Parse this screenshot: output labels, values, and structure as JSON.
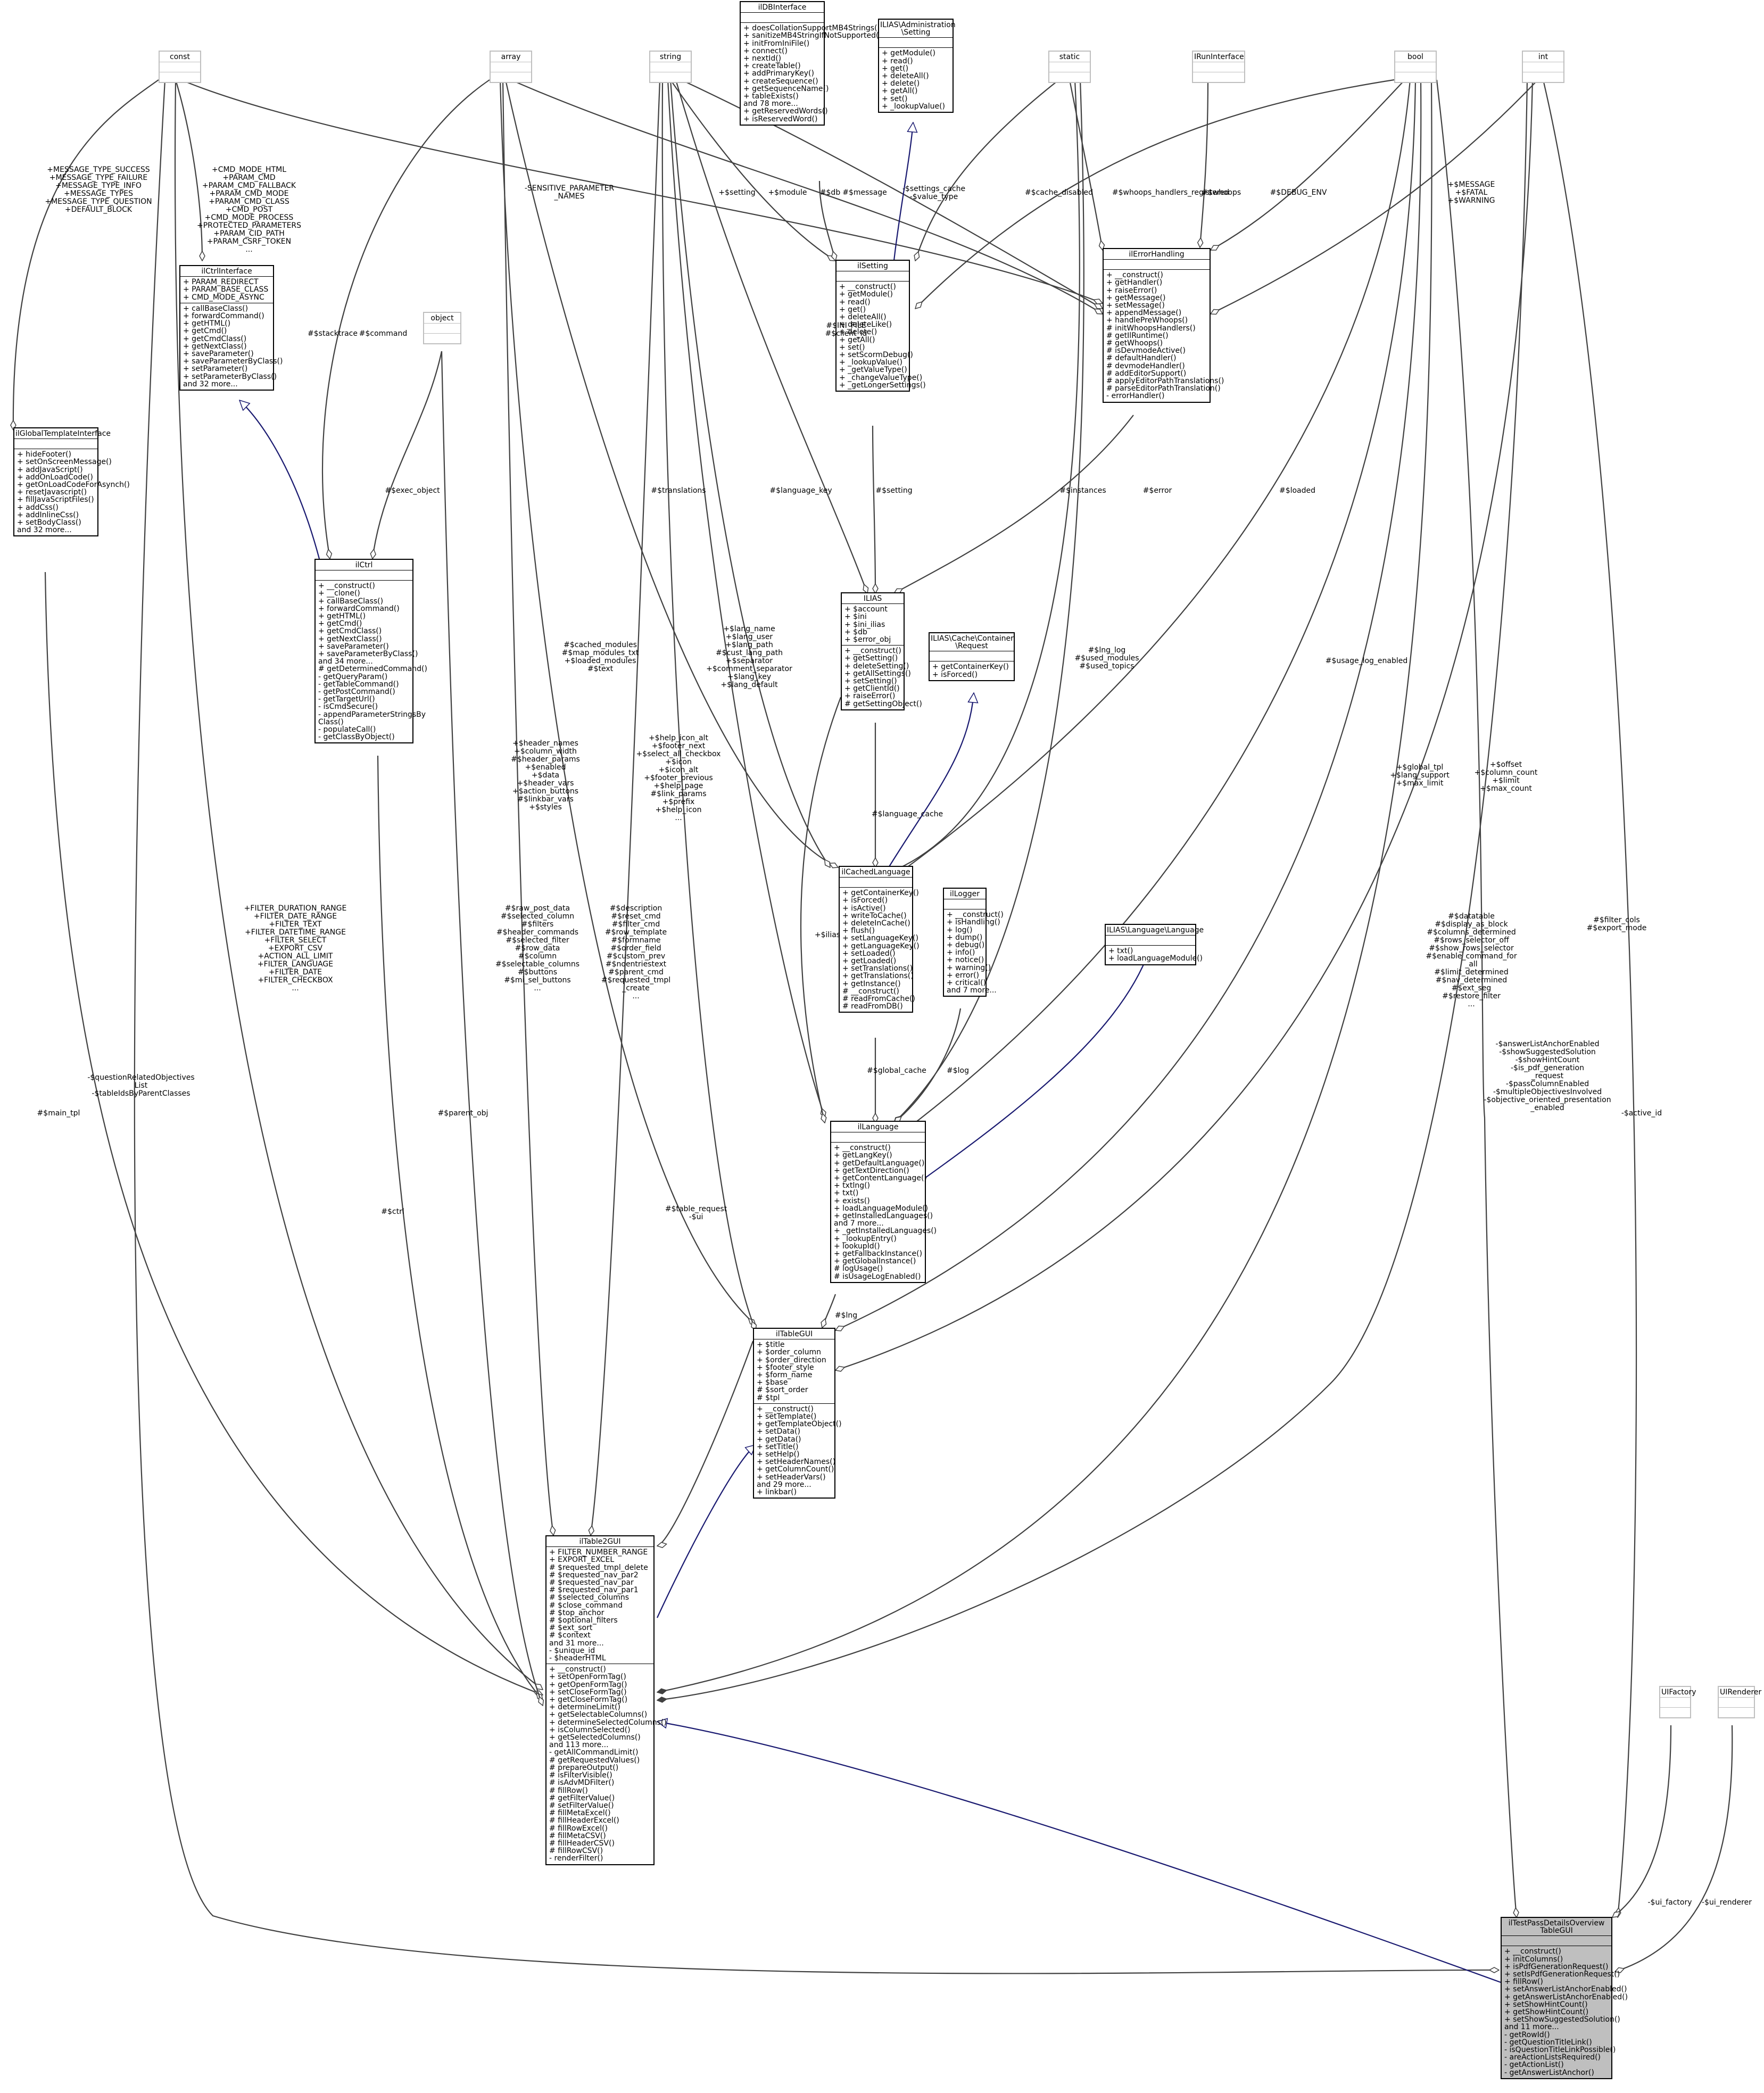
{
  "diagram": {
    "nodes": [
      {
        "id": "const",
        "title": "const",
        "attrs": [],
        "ops": []
      },
      {
        "id": "array",
        "title": "array",
        "attrs": [],
        "ops": []
      },
      {
        "id": "string",
        "title": "string",
        "attrs": [],
        "ops": []
      },
      {
        "id": "ilDBInterface",
        "title": "ilDBInterface",
        "attrs": [],
        "ops": [
          "+ doesCollationSupportMB4Strings()",
          "+ sanitizeMB4StringIfNotSupported()",
          "+ initFromIniFile()",
          "+ connect()",
          "+ nextId()",
          "+ createTable()",
          "+ addPrimaryKey()",
          "+ createSequence()",
          "+ getSequenceName()",
          "+ tableExists()",
          "and 78 more...",
          "+ getReservedWords()",
          "+ isReservedWord()"
        ]
      },
      {
        "id": "ILIASSetting",
        "title": "ILIAS\\Administration\n\\Setting",
        "attrs": [],
        "ops": [
          "+ getModule()",
          "+ read()",
          "+ get()",
          "+ deleteAll()",
          "+ delete()",
          "+ getAll()",
          "+ set()",
          "+ _lookupValue()"
        ]
      },
      {
        "id": "static",
        "title": "static",
        "attrs": [],
        "ops": []
      },
      {
        "id": "IRunInterface",
        "title": "IRunInterface",
        "attrs": [],
        "ops": []
      },
      {
        "id": "bool",
        "title": "bool",
        "attrs": [],
        "ops": []
      },
      {
        "id": "int",
        "title": "int",
        "attrs": [],
        "ops": []
      },
      {
        "id": "ilCtrlInterface",
        "title": "ilCtrlInterface",
        "attrs": [
          "+ PARAM_REDIRECT",
          "+ PARAM_BASE_CLASS",
          "+ CMD_MODE_ASYNC"
        ],
        "ops": [
          "+ callBaseClass()",
          "+ forwardCommand()",
          "+ getHTML()",
          "+ getCmd()",
          "+ getCmdClass()",
          "+ getNextClass()",
          "+ saveParameter()",
          "+ saveParameterByClass()",
          "+ setParameter()",
          "+ setParameterByClass()",
          "and 32 more..."
        ]
      },
      {
        "id": "object",
        "title": "object",
        "attrs": [],
        "ops": []
      },
      {
        "id": "ilSetting",
        "title": "ilSetting",
        "attrs": [],
        "ops": [
          "+ __construct()",
          "+ getModule()",
          "+ read()",
          "+ get()",
          "+ deleteAll()",
          "+ deleteLike()",
          "+ delete()",
          "+ getAll()",
          "+ set()",
          "+ setScormDebug()",
          "+ _lookupValue()",
          "+ _getValueType()",
          "+ _changeValueType()",
          "+ _getLongerSettings()"
        ]
      },
      {
        "id": "ilErrorHandling",
        "title": "ilErrorHandling",
        "attrs": [],
        "ops": [
          "+ __construct()",
          "+ getHandler()",
          "+ raiseError()",
          "+ getMessage()",
          "+ setMessage()",
          "+ appendMessage()",
          "+ handlePreWhoops()",
          "# initWhoopsHandlers()",
          "# getIlRuntime()",
          "# getWhoops()",
          "# isDevmodeActive()",
          "# defaultHandler()",
          "# devmodeHandler()",
          "# addEditorSupport()",
          "# applyEditorPathTranslations()",
          "# parseEditorPathTranslation()",
          "- errorHandler()"
        ]
      },
      {
        "id": "ilGlobalTemplateInterface",
        "title": "ilGlobalTemplateInterface",
        "attrs": [],
        "ops": [
          "+ hideFooter()",
          "+ setOnScreenMessage()",
          "+ addJavaScript()",
          "+ addOnLoadCode()",
          "+ getOnLoadCodeForAsynch()",
          "+ resetJavascript()",
          "+ fillJavaScriptFiles()",
          "+ addCss()",
          "+ addInlineCss()",
          "+ setBodyClass()",
          "and 32 more..."
        ]
      },
      {
        "id": "ilCtrl",
        "title": "ilCtrl",
        "attrs": [],
        "ops": [
          "+ __construct()",
          "+ __clone()",
          "+ callBaseClass()",
          "+ forwardCommand()",
          "+ getHTML()",
          "+ getCmd()",
          "+ getCmdClass()",
          "+ getNextClass()",
          "+ saveParameter()",
          "+ saveParameterByClass()",
          "and 34 more...",
          "# getDeterminedCommand()",
          "- getQueryParam()",
          "- getTableCommand()",
          "- getPostCommand()",
          "- getTargetUrl()",
          "- isCmdSecure()",
          "- appendParameterStringsBy\nClass()",
          "- populateCall()",
          "- getClassByObject()"
        ]
      },
      {
        "id": "ILIAS",
        "title": "ILIAS",
        "attrs": [
          "+ $account",
          "+ $ini",
          "+ $ini_ilias",
          "+ $db",
          "+ $error_obj"
        ],
        "ops": [
          "+ __construct()",
          "+ getSetting()",
          "+ deleteSetting()",
          "+ getAllSettings()",
          "+ setSetting()",
          "+ getClientId()",
          "+ raiseError()",
          "# getSettingObject()"
        ]
      },
      {
        "id": "ILIASCacheRequest",
        "title": "ILIAS\\Cache\\Container\n\\Request",
        "attrs": [],
        "ops": [
          "+ getContainerKey()",
          "+ isForced()"
        ]
      },
      {
        "id": "ilCachedLanguage",
        "title": "ilCachedLanguage",
        "attrs": [],
        "ops": [
          "+ getContainerKey()",
          "+ isForced()",
          "+ isActive()",
          "+ writeToCache()",
          "+ deleteInCache()",
          "+ flush()",
          "+ setLanguageKey()",
          "+ getLanguageKey()",
          "+ setLoaded()",
          "+ getLoaded()",
          "+ setTranslations()",
          "+ getTranslations()",
          "+ getInstance()",
          "# __construct()",
          "# readFromCache()",
          "# readFromDB()"
        ]
      },
      {
        "id": "ilLogger",
        "title": "ilLogger",
        "attrs": [],
        "ops": [
          "+ __construct()",
          "+ isHandling()",
          "+ log()",
          "+ dump()",
          "+ debug()",
          "+ info()",
          "+ notice()",
          "+ warning()",
          "+ error()",
          "+ critical()",
          "and 7 more..."
        ]
      },
      {
        "id": "ILIASLanguage",
        "title": "ILIAS\\Language\\Language",
        "attrs": [],
        "ops": [
          "+ txt()",
          "+ loadLanguageModule()"
        ]
      },
      {
        "id": "ilLanguage",
        "title": "ilLanguage",
        "attrs": [],
        "ops": [
          "+ __construct()",
          "+ getLangKey()",
          "+ getDefaultLanguage()",
          "+ getTextDirection()",
          "+ getContentLanguage()",
          "+ txtlng()",
          "+ txt()",
          "+ exists()",
          "+ loadLanguageModule()",
          "+ getInstalledLanguages()",
          "and 7 more...",
          "+ _getInstalledLanguages()",
          "+ _lookupEntry()",
          "+ lookupId()",
          "+ getFallbackInstance()",
          "+ getGlobalInstance()",
          "# logUsage()",
          "# isUsageLogEnabled()"
        ]
      },
      {
        "id": "ilTableGUI",
        "title": "ilTableGUI",
        "attrs": [
          "+ $title",
          "+ $order_column",
          "+ $order_direction",
          "+ $footer_style",
          "+ $form_name",
          "+ $base",
          "# $sort_order",
          "# $tpl"
        ],
        "ops": [
          "+ __construct()",
          "+ setTemplate()",
          "+ getTemplateObject()",
          "+ setData()",
          "+ getData()",
          "+ setTitle()",
          "+ setHelp()",
          "+ setHeaderNames()",
          "+ getColumnCount()",
          "+ setHeaderVars()",
          "and 29 more...",
          "+ linkbar()"
        ]
      },
      {
        "id": "ilTable2GUI",
        "title": "ilTable2GUI",
        "attrs": [
          "+ FILTER_NUMBER_RANGE",
          "+ EXPORT_EXCEL",
          "# $requested_tmpl_delete",
          "# $requested_nav_par2",
          "# $requested_nav_par",
          "# $requested_nav_par1",
          "# $selected_columns",
          "# $close_command",
          "# $top_anchor",
          "# $optional_filters",
          "# $ext_sort",
          "# $context",
          "and 31 more...",
          "- $unique_id",
          "- $headerHTML"
        ],
        "ops": [
          "+ __construct()",
          "+ setOpenFormTag()",
          "+ getOpenFormTag()",
          "+ setCloseFormTag()",
          "+ getCloseFormTag()",
          "+ determineLimit()",
          "+ getSelectableColumns()",
          "+ determineSelectedColumns()",
          "+ isColumnSelected()",
          "+ getSelectedColumns()",
          "and 113 more...",
          "- getAllCommandLimit()",
          "# getRequestedValues()",
          "# prepareOutput()",
          "# isFilterVisible()",
          "# isAdvMDFilter()",
          "# fillRow()",
          "# getFilterValue()",
          "# setFilterValue()",
          "# fillMetaExcel()",
          "# fillHeaderExcel()",
          "# fillRowExcel()",
          "# fillMetaCSV()",
          "# fillHeaderCSV()",
          "# fillRowCSV()",
          "- renderFilter()"
        ]
      },
      {
        "id": "UIFactory",
        "title": "UIFactory",
        "attrs": [],
        "ops": []
      },
      {
        "id": "UIRenderer",
        "title": "UIRenderer",
        "attrs": [],
        "ops": []
      },
      {
        "id": "ilTestPassDetailsOverviewTableGUI",
        "title": "ilTestPassDetailsOverview\nTableGUI",
        "attrs": [],
        "ops": [
          "+ __construct()",
          "+ initColumns()",
          "+ isPdfGenerationRequest()",
          "+ setIsPdfGenerationRequest()",
          "+ fillRow()",
          "+ setAnswerListAnchorEnabled()",
          "+ getAnswerListAnchorEnabled()",
          "+ setShowHintCount()",
          "+ getShowHintCount()",
          "+ setShowSuggestedSolution()",
          "and 11 more...",
          "- getRowId()",
          "- getQuestionTitleLink()",
          "- isQuestionTitleLinkPossible()",
          "- areActionListsRequired()",
          "- getActionList()",
          "- getAnswerListAnchor()"
        ]
      }
    ],
    "edge_labels": [
      {
        "id": "e1",
        "text": "+MESSAGE_TYPE_SUCCESS\n+MESSAGE_TYPE_FAILURE\n+MESSAGE_TYPE_INFO\n+MESSAGE_TYPES\n+MESSAGE_TYPE_QUESTION\n+DEFAULT_BLOCK"
      },
      {
        "id": "e2",
        "text": "+CMD_MODE_HTML\n+PARAM_CMD\n+PARAM_CMD_FALLBACK\n+PARAM_CMD_MODE\n+PARAM_CMD_CLASS\n+CMD_POST\n+CMD_MODE_PROCESS\n+PROTECTED_PARAMETERS\n+PARAM_CID_PATH\n+PARAM_CSRF_TOKEN\n..."
      },
      {
        "id": "e3",
        "text": "-SENSITIVE_PARAMETER\n_NAMES"
      },
      {
        "id": "e4",
        "text": "+$setting"
      },
      {
        "id": "e5",
        "text": "+$module"
      },
      {
        "id": "e6",
        "text": "#$db"
      },
      {
        "id": "e7",
        "text": "#$message"
      },
      {
        "id": "e8",
        "text": "-$settings_cache\n-$value_type"
      },
      {
        "id": "e9",
        "text": "#$cache_disabled"
      },
      {
        "id": "e10",
        "text": "#$whoops_handlers_registered"
      },
      {
        "id": "e11",
        "text": "#$whoops"
      },
      {
        "id": "e12",
        "text": "#$DEBUG_ENV"
      },
      {
        "id": "e13",
        "text": "+$MESSAGE\n+$FATAL\n+$WARNING"
      },
      {
        "id": "e14",
        "text": "#$stacktrace"
      },
      {
        "id": "e15",
        "text": "#$command"
      },
      {
        "id": "e16",
        "text": "#$exec_object"
      },
      {
        "id": "e17",
        "text": "#$INI_FILE\n#$client_id"
      },
      {
        "id": "e18",
        "text": "#$translations"
      },
      {
        "id": "e19",
        "text": "#$language_key"
      },
      {
        "id": "e20",
        "text": "#$setting"
      },
      {
        "id": "e21",
        "text": "#$instances"
      },
      {
        "id": "e22",
        "text": "#$error"
      },
      {
        "id": "e23",
        "text": "#$loaded"
      },
      {
        "id": "e24",
        "text": "#$cached_modules\n#$map_modules_txt\n+$loaded_modules\n#$text"
      },
      {
        "id": "e25",
        "text": "+$lang_name\n+$lang_user\n+$lang_path\n#$cust_lang_path\n+$separator\n+$comment_separator\n+$lang_key\n+$lang_default"
      },
      {
        "id": "e26",
        "text": "#$lng_log\n#$used_modules\n#$used_topics"
      },
      {
        "id": "e27",
        "text": "#$usage_log_enabled"
      },
      {
        "id": "e28",
        "text": "+$header_names\n+$column_width\n#$header_params\n+$enabled\n+$data\n+$header_vars\n+$action_buttons\n#$linkbar_vars\n+$styles"
      },
      {
        "id": "e29",
        "text": "+$help_icon_alt\n+$footer_next\n+$select_all_checkbox\n+$icon\n+$icon_alt\n+$footer_previous\n+$help_page\n#$link_params\n+$prefix\n+$help_icon\n..."
      },
      {
        "id": "e30",
        "text": "#$language_cache"
      },
      {
        "id": "e31",
        "text": "+$ilias"
      },
      {
        "id": "e32",
        "text": "+$global_tpl\n+$lang_support\n+$max_limit"
      },
      {
        "id": "e33",
        "text": "+$offset\n+$column_count\n+$limit\n+$max_count"
      },
      {
        "id": "e34",
        "text": "+FILTER_DURATION_RANGE\n+FILTER_DATE_RANGE\n+FILTER_TEXT\n+FILTER_DATETIME_RANGE\n+FILTER_SELECT\n+EXPORT_CSV\n+ACTION_ALL_LIMIT\n+FILTER_LANGUAGE\n+FILTER_DATE\n+FILTER_CHECKBOX\n..."
      },
      {
        "id": "e35",
        "text": "#$raw_post_data\n#$selected_column\n#$filters\n#$header_commands\n#$selected_filter\n#$row_data\n#$column\n#$selectable_columns\n#$buttons\n#$mi_sel_buttons\n..."
      },
      {
        "id": "e36",
        "text": "#$description\n#$reset_cmd\n#$filter_cmd\n#$row_template\n#$formname\n#$order_field\n#$custom_prev\n#$noentriestext\n#$parent_cmd\n#$requested_tmpl\n_create\n..."
      },
      {
        "id": "e37",
        "text": "#$global_cache"
      },
      {
        "id": "e38",
        "text": "#$log"
      },
      {
        "id": "e39",
        "text": "#$datatable\n#$display_as_block\n#$columns_determined\n#$rows_selector_off\n#$show_rows_selector\n#$enable_command_for\n_all\n#$limit_determined\n#$nav_determined\n#$ext_seg\n#$restore_filter\n..."
      },
      {
        "id": "e40",
        "text": "#$filter_cols\n#$export_mode"
      },
      {
        "id": "e41",
        "text": "-$answerListAnchorEnabled\n-$showSuggestedSolution\n-$showHintCount\n-$is_pdf_generation\n_request\n-$passColumnEnabled\n-$multipleObjectivesInvolved\n-$objective_oriented_presentation\n_enabled"
      },
      {
        "id": "e42",
        "text": "#$main_tpl"
      },
      {
        "id": "e43",
        "text": "-$questionRelatedObjectives\nList\n-$tableIdsByParentClasses"
      },
      {
        "id": "e44",
        "text": "#$ctrl"
      },
      {
        "id": "e45",
        "text": "#$parent_obj"
      },
      {
        "id": "e46",
        "text": "#$table_request\n-$ui"
      },
      {
        "id": "e47",
        "text": "#$lng"
      },
      {
        "id": "e48",
        "text": "-$active_id"
      },
      {
        "id": "e49",
        "text": "-$ui_factory"
      },
      {
        "id": "e50",
        "text": "-$ui_renderer"
      }
    ]
  }
}
